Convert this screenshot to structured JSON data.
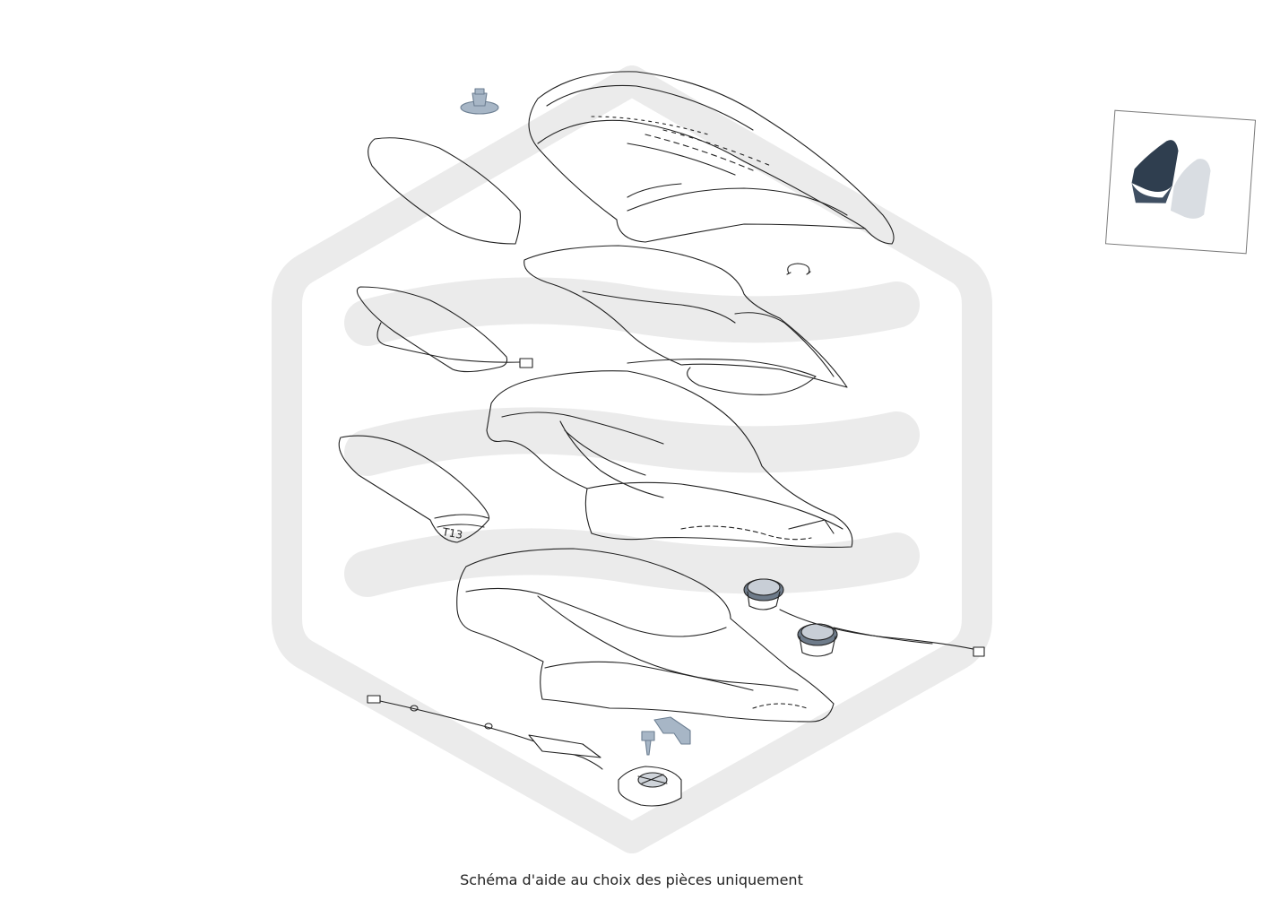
{
  "caption": "Schéma d'aide au choix des pièces uniquement",
  "part_label": "T13",
  "colors": {
    "line": "#222222",
    "watermark": "#ebebeb",
    "fastener": "#a7b6c6",
    "seat_dark": "#2f3e4f",
    "seat_light": "#d9dde2"
  },
  "icons": {
    "watermark": "hexagon-logo-watermark",
    "thumbnail": "seat-thumbnail-icon"
  }
}
